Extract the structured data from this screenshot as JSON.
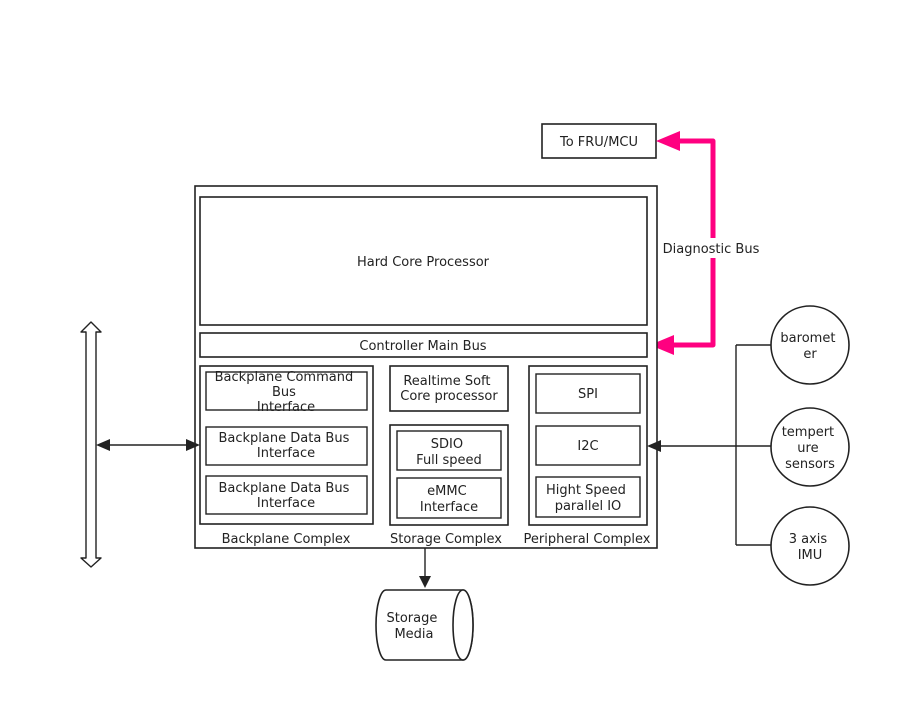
{
  "fru_box": "To FRU/MCU",
  "diagnostic_bus_label": "Diagnostic Bus",
  "processor_label": "Hard Core Processor",
  "main_bus_label": "Controller Main Bus",
  "backplane": {
    "command_bus": [
      "Backplane Command",
      "Bus",
      "Interface"
    ],
    "data_bus_1": [
      "Backplane Data Bus",
      "Interface"
    ],
    "data_bus_2": [
      "Backplane Data Bus",
      "Interface"
    ],
    "complex_label": "Backplane Complex"
  },
  "storage": {
    "soft_core": [
      "Realtime Soft",
      "Core processor"
    ],
    "sdio": [
      "SDIO",
      "Full speed"
    ],
    "emmc": [
      "eMMC",
      "Interface"
    ],
    "complex_label": "Storage Complex",
    "media": [
      "Storage",
      "Media"
    ]
  },
  "peripheral": {
    "spi": "SPI",
    "i2c": "I2C",
    "parallel_io": [
      "Hight Speed",
      "parallel IO"
    ],
    "complex_label": "Peripheral Complex"
  },
  "sensors": {
    "barometer": [
      "baromet",
      "er"
    ],
    "temperature": [
      "tempert",
      "ure",
      "sensors"
    ],
    "imu": [
      "3 axis",
      "IMU"
    ]
  },
  "colors": {
    "diagnostic_bus": "#ff0080",
    "stroke": "#222222"
  }
}
